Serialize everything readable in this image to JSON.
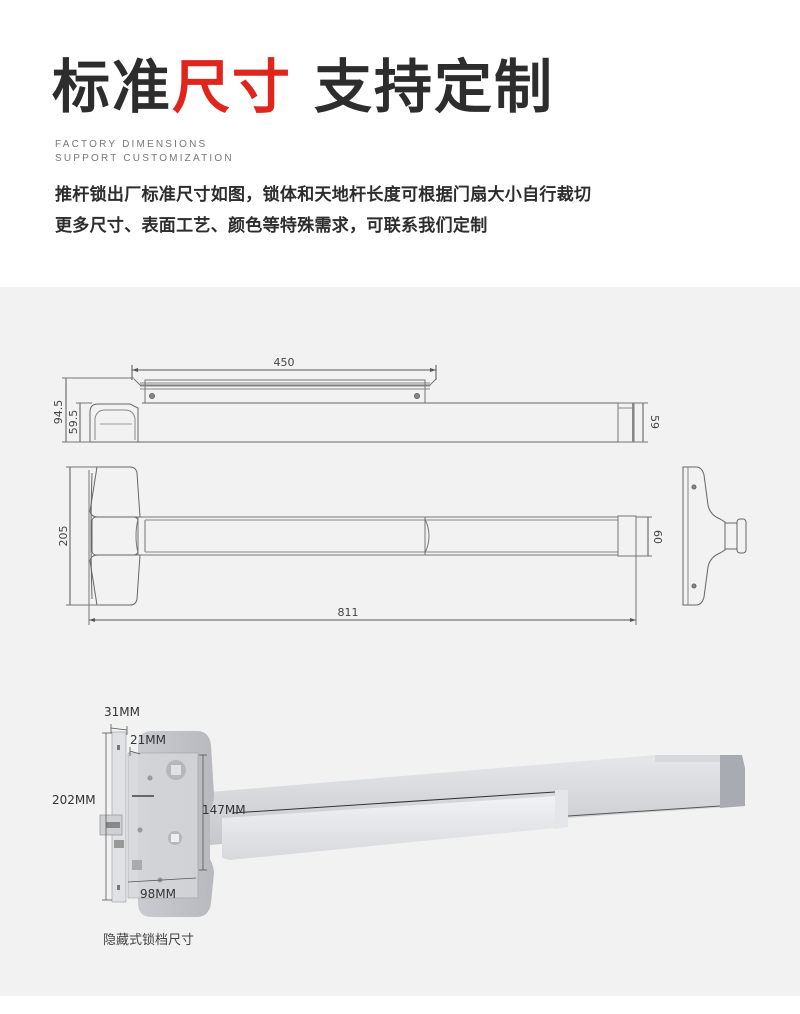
{
  "header": {
    "title_part1": "标准",
    "title_part2_red": "尺寸",
    "title_part3": "支持定制",
    "subtitle_en_line1": "FACTORY DIMENSIONS",
    "subtitle_en_line2": "SUPPORT CUSTOMIZATION",
    "description_line1": "推杆锁出厂标准尺寸如图，锁体和天地杆长度可根据门扇大小自行裁切",
    "description_line2": "更多尺寸、表面工艺、颜色等特殊需求，可联系我们定制"
  },
  "colors": {
    "title_dark": "#2d2d2d",
    "title_accent_red": "#e0251c",
    "section_bg": "#f2f2f2",
    "line_color": "#666666"
  },
  "drawing": {
    "side_view": {
      "top_length": "450",
      "total_height": "94.5",
      "body_height": "59.5",
      "bar_height": "59"
    },
    "front_view": {
      "head_height": "205",
      "bar_height": "60",
      "overall_length": "811"
    }
  },
  "photo": {
    "dim_faceplate_width": "31MM",
    "dim_case_depth": "21MM",
    "dim_faceplate_height": "202MM",
    "dim_case_height": "147MM",
    "dim_case_width": "98MM",
    "caption": "隐藏式锁档尺寸"
  }
}
